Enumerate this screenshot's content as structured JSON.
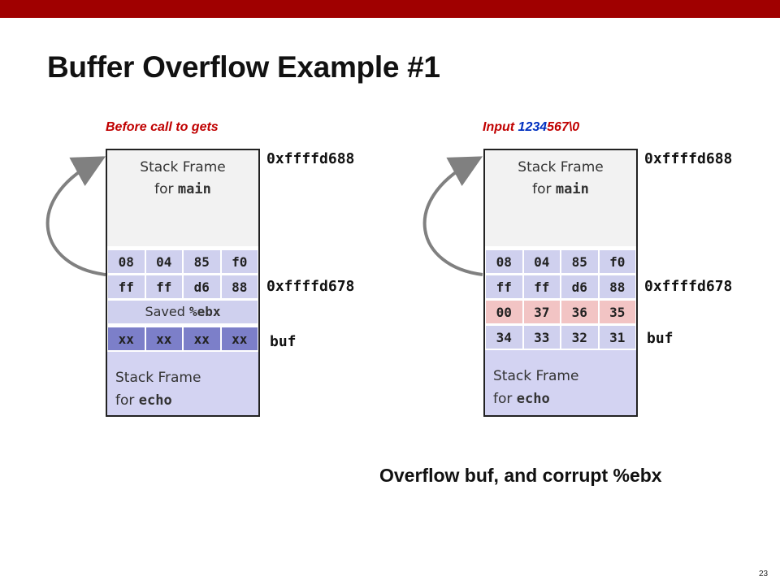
{
  "slide": {
    "title": "Buffer Overflow Example #1",
    "page_number": "23",
    "bottom_text": "Overflow buf, and corrupt %ebx"
  },
  "left": {
    "caption": "Before call to gets",
    "main_frame_line1": "Stack Frame",
    "main_frame_line2_prefix": "for ",
    "main_frame_line2_code": "main",
    "row1": [
      "08",
      "04",
      "85",
      "f0"
    ],
    "row2": [
      "ff",
      "ff",
      "d6",
      "88"
    ],
    "saved_prefix": "Saved ",
    "saved_code": "%ebx",
    "buf_row": [
      "xx",
      "xx",
      "xx",
      "xx"
    ],
    "echo_line1": "Stack Frame",
    "echo_line2_prefix": "for ",
    "echo_line2_code": "echo",
    "addr_top": "0xffffd688",
    "addr_mid": "0xffffd678",
    "buf_label": "buf"
  },
  "right": {
    "caption_prefix": "Input ",
    "caption_blue": "1234",
    "caption_red": "567\\0",
    "main_frame_line1": "Stack Frame",
    "main_frame_line2_prefix": "for ",
    "main_frame_line2_code": "main",
    "row1": [
      "08",
      "04",
      "85",
      "f0"
    ],
    "row2": [
      "ff",
      "ff",
      "d6",
      "88"
    ],
    "row3": [
      "00",
      "37",
      "36",
      "35"
    ],
    "row4": [
      "34",
      "33",
      "32",
      "31"
    ],
    "echo_line1": "Stack Frame",
    "echo_line2_prefix": "for ",
    "echo_line2_code": "echo",
    "addr_top": "0xffffd688",
    "addr_mid": "0xffffd678",
    "buf_label": "buf"
  },
  "colors": {
    "top_bar": "#a00000",
    "caption_red": "#c00000",
    "caption_blue": "#0030c0",
    "lavender": "#cfd0ee",
    "pink": "#f2c4c4",
    "buf_dark": "#7c7fc9"
  }
}
